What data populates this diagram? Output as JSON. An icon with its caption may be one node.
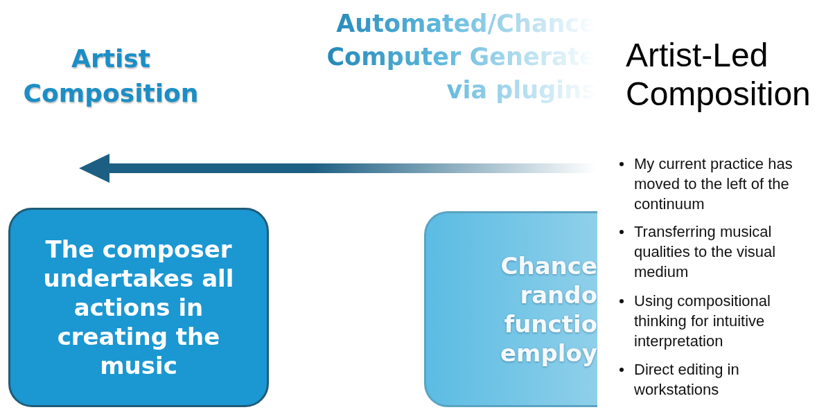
{
  "diagram": {
    "nodes": [
      {
        "text": [
          "The composer undertakes all actions in creating the music"
        ]
      },
      {
        "text": [
          "Chance rando functio employ"
        ]
      }
    ],
    "labels": [
      "Artist Composition",
      "Automated/Chance Computer Generate via plugins",
      "Artist-Led Composition",
      "My current practice has moved to the left of the continuum",
      "Transferring musical qualities to the visual medium",
      "Using compositional thinking for intuitive interpretation",
      "Direct editing in workstations"
    ]
  }
}
